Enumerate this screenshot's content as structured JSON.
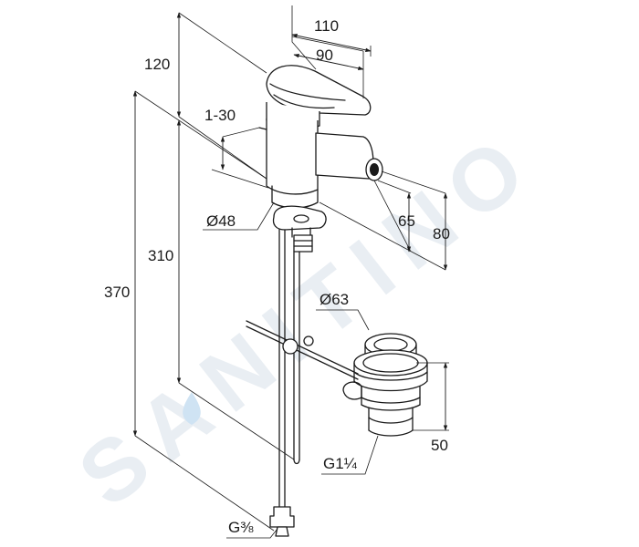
{
  "watermark": "SANITINO",
  "dimensions": {
    "width_total": "110",
    "width_lever": "90",
    "height_lever": "120",
    "adjust_range": "1-30",
    "base_diameter": "Ø48",
    "spout_height_low": "65",
    "spout_height_high": "80",
    "body_height": "310",
    "total_height": "370",
    "waste_diameter": "Ø63",
    "waste_height": "50",
    "waste_thread": "G1¼",
    "hose_thread": "G⅜"
  },
  "colors": {
    "line": "#1a1a1a",
    "watermark": "#e9eef3",
    "watermark_drop": "#cfe3f3"
  }
}
